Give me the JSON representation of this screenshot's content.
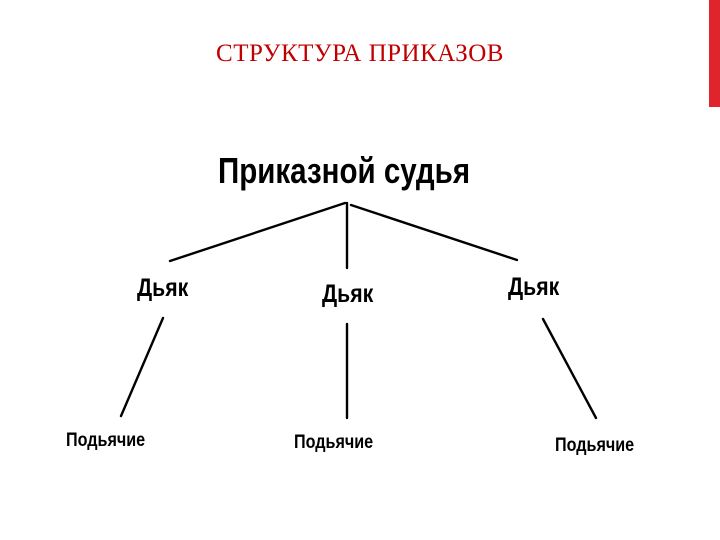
{
  "slide": {
    "title": "СТРУКТУРА ПРИКАЗОВ",
    "accent_color": "#e0242b",
    "title_color": "#c00000"
  },
  "org_chart": {
    "root": "Приказной судья",
    "clerks": [
      "Дьяк",
      "Дьяк",
      "Дьяк"
    ],
    "subordinates": [
      "Подьячие",
      "Подьячие",
      "Подьячие"
    ]
  }
}
